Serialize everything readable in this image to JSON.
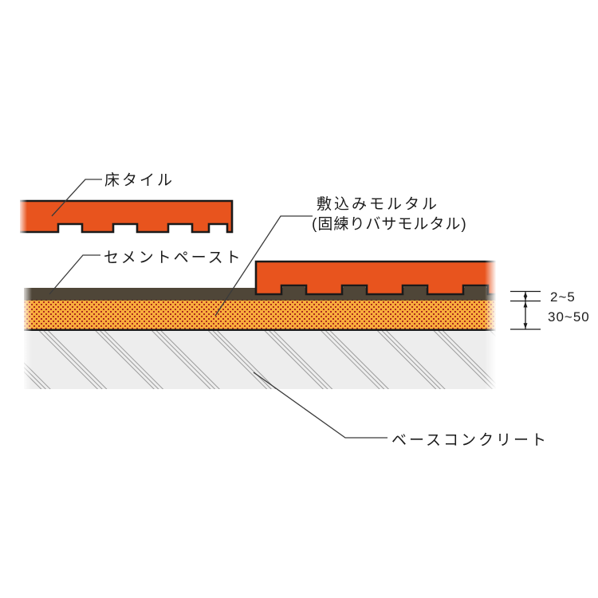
{
  "diagram": {
    "labels": {
      "floor_tile": "床タイル",
      "cement_paste": "セメントペースト",
      "bedding_mortar_line1": "敷込みモルタル",
      "bedding_mortar_line2": "(固練りバサモルタル)",
      "base_concrete": "ベースコンクリート"
    },
    "dimensions": {
      "cement_paste_thickness": "2~5",
      "bedding_mortar_thickness": "30~50"
    },
    "colors": {
      "tile_fill": "#E8541E",
      "outline": "#1A1A1A",
      "cement_paste_fill": "#4F4638",
      "mortar_bg": "#F8AD3C",
      "mortar_dot": "#AD2B1E",
      "concrete_fill": "#EDEDED",
      "hatch_line": "#9B9B9B",
      "leader_line": "#3A3A3A"
    }
  }
}
